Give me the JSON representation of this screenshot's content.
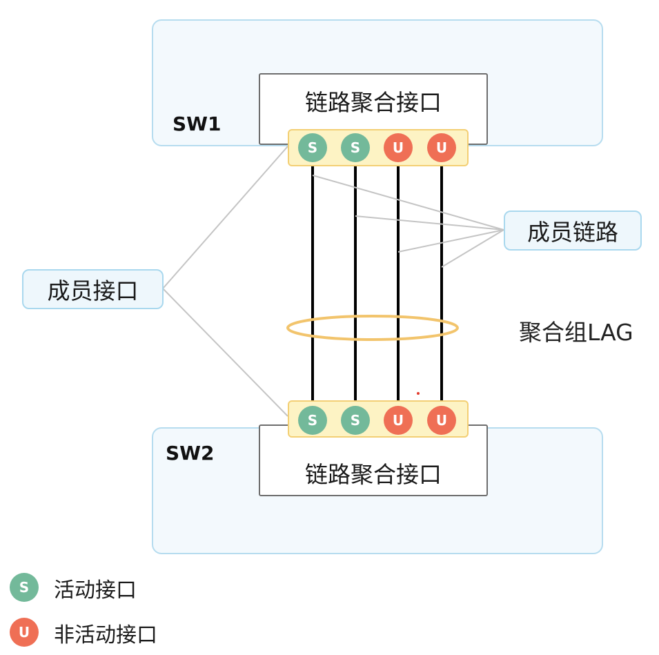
{
  "colors": {
    "active": "#73b99a",
    "inactive": "#ef6f55",
    "lag_ring": "#f2c46c",
    "link": "#000000",
    "leader": "#c4c4c4"
  },
  "switches": [
    {
      "name": "SW1",
      "agg_interface_label": "链路聚合接口",
      "ports": [
        {
          "letter": "S",
          "state": "active"
        },
        {
          "letter": "S",
          "state": "active"
        },
        {
          "letter": "U",
          "state": "inactive"
        },
        {
          "letter": "U",
          "state": "inactive"
        }
      ]
    },
    {
      "name": "SW2",
      "agg_interface_label": "链路聚合接口",
      "ports": [
        {
          "letter": "S",
          "state": "active"
        },
        {
          "letter": "S",
          "state": "active"
        },
        {
          "letter": "U",
          "state": "inactive"
        },
        {
          "letter": "U",
          "state": "inactive"
        }
      ]
    }
  ],
  "callouts": {
    "member_interface": "成员接口",
    "member_link": "成员链路",
    "lag": "聚合组LAG"
  },
  "legend": [
    {
      "letter": "S",
      "state": "active",
      "label": "活动接口"
    },
    {
      "letter": "U",
      "state": "inactive",
      "label": "非活动接口"
    }
  ]
}
